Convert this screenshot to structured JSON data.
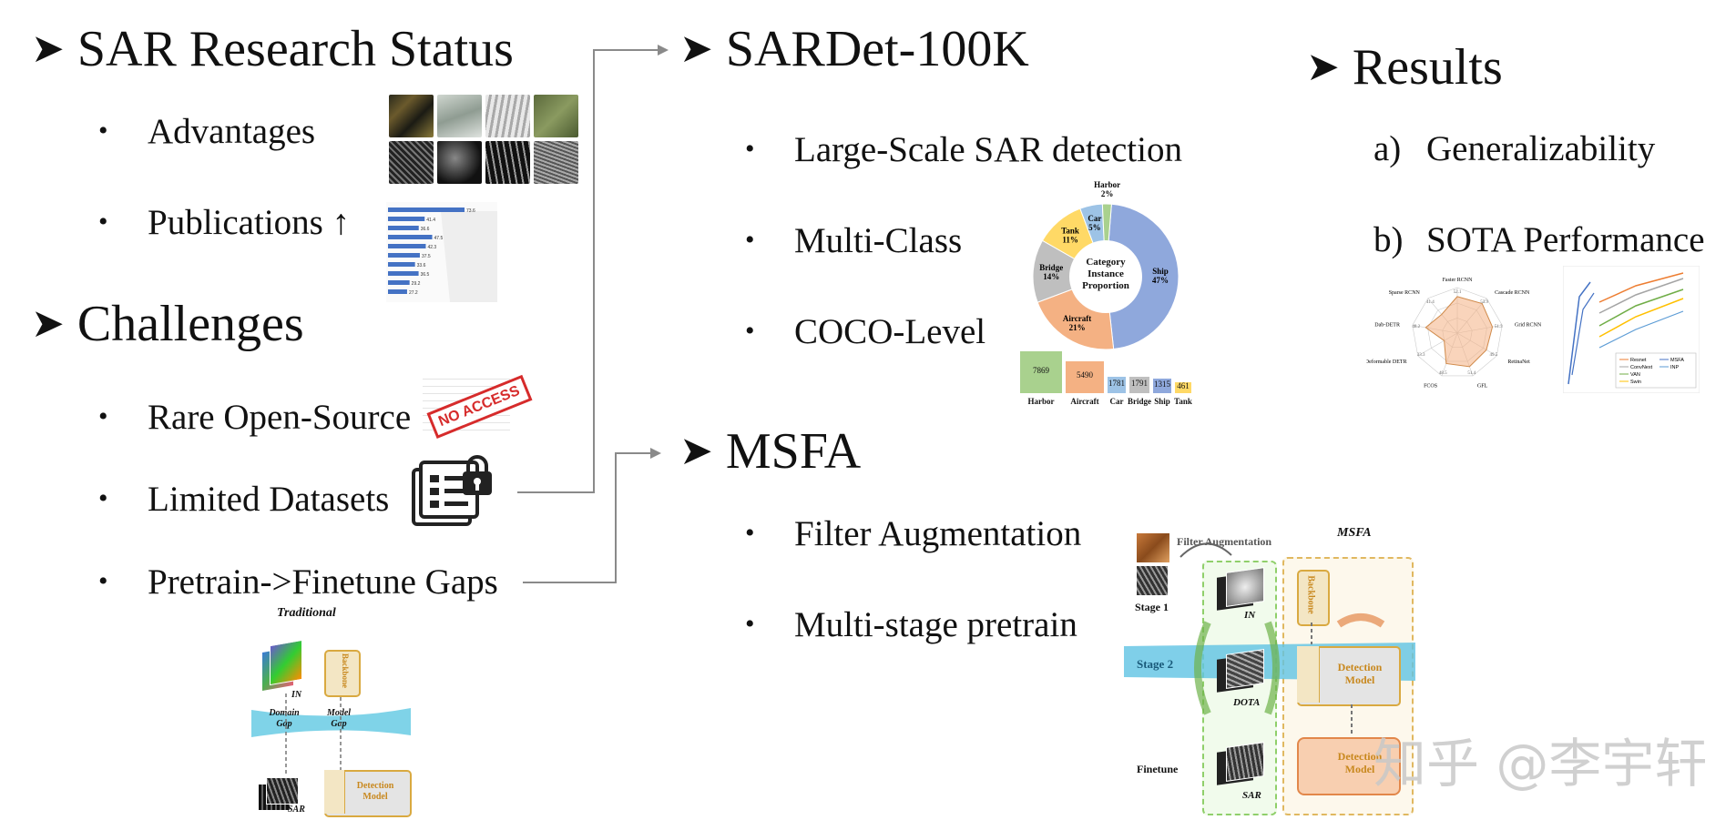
{
  "sections": {
    "research": {
      "title": "SAR Research Status",
      "bullets": [
        "Advantages",
        "Publications ↑"
      ]
    },
    "challenges": {
      "title": "Challenges",
      "bullets": [
        "Rare Open-Source",
        "Limited Datasets",
        "Pretrain->Finetune Gaps"
      ]
    },
    "sardet": {
      "title": "SARDet-100K",
      "bullets": [
        "Large-Scale SAR detection",
        "Multi-Class",
        "COCO-Level"
      ]
    },
    "msfa": {
      "title": "MSFA",
      "bullets": [
        "Filter Augmentation",
        "Multi-stage pretrain"
      ]
    },
    "results": {
      "title": "Results",
      "items": [
        {
          "label": "a)",
          "text": "Generalizability"
        },
        {
          "label": "b)",
          "text": "SOTA Performance"
        }
      ]
    }
  },
  "publications_chart": {
    "values": [
      "73.6",
      "41.4",
      "36.6",
      "47.5",
      "42.3",
      "37.5",
      "33.6",
      "36.5",
      "29.2",
      "27.2"
    ]
  },
  "no_access_stamp": "NO ACCESS",
  "traditional": {
    "title": "Traditional",
    "in_label": "IN",
    "sar_label": "SAR",
    "backbone": "Backbone",
    "detection_model": "Detection Model",
    "domain_gap": "Domain Gap",
    "model_gap": "Model Gap"
  },
  "pie": {
    "center": "Category Instance Proportion",
    "slices": [
      {
        "name": "Ship",
        "pct": "47%",
        "value": 47,
        "color": "#8fa8dc"
      },
      {
        "name": "Aircraft",
        "pct": "21%",
        "value": 21,
        "color": "#f4b183"
      },
      {
        "name": "Bridge",
        "pct": "14%",
        "value": 14,
        "color": "#bfbfbf"
      },
      {
        "name": "Tank",
        "pct": "11%",
        "value": 11,
        "color": "#ffd966"
      },
      {
        "name": "Car",
        "pct": "5%",
        "value": 5,
        "color": "#9dc3e6"
      },
      {
        "name": "Harbor",
        "pct": "2%",
        "value": 2,
        "color": "#a9d18e"
      }
    ]
  },
  "instance_bars": [
    {
      "name": "Harbor",
      "value": 7869,
      "color": "#a9d18e"
    },
    {
      "name": "Aircraft",
      "value": 5490,
      "color": "#f4b183"
    },
    {
      "name": "Car",
      "value": 1781,
      "color": "#9dc3e6"
    },
    {
      "name": "Bridge",
      "value": 1791,
      "color": "#bfbfbf"
    },
    {
      "name": "Ship",
      "value": 1315,
      "color": "#8fa8dc"
    },
    {
      "name": "Tank",
      "value": 461,
      "color": "#ffd966"
    }
  ],
  "msfa_diagram": {
    "title": "MSFA",
    "filter_augmentation": "Filter Augmentation",
    "stage1": "Stage 1",
    "stage2": "Stage 2",
    "finetune": "Finetune",
    "in_label": "IN",
    "dota_label": "DOTA",
    "sar_label": "SAR",
    "backbone": "Backbone",
    "detection_model": "Detection Model"
  },
  "radar": {
    "methods": [
      "Faster RCNN",
      "Cascade RCNN",
      "Grid RCNN",
      "RetinaNet",
      "GFL",
      "FCOS",
      "Deformable DETR",
      "Dab-DETR",
      "Sparse RCNN"
    ],
    "values": [
      "52.1",
      "53.9",
      "51.3",
      "49.5",
      "51.4",
      "48.5",
      "33.3",
      "48.2",
      "41.4"
    ]
  },
  "line_legend": [
    "Resnet",
    "ConvNext",
    "VAN",
    "Swin",
    "MSFA",
    "INP"
  ],
  "watermark": "知乎 @李宇轩"
}
